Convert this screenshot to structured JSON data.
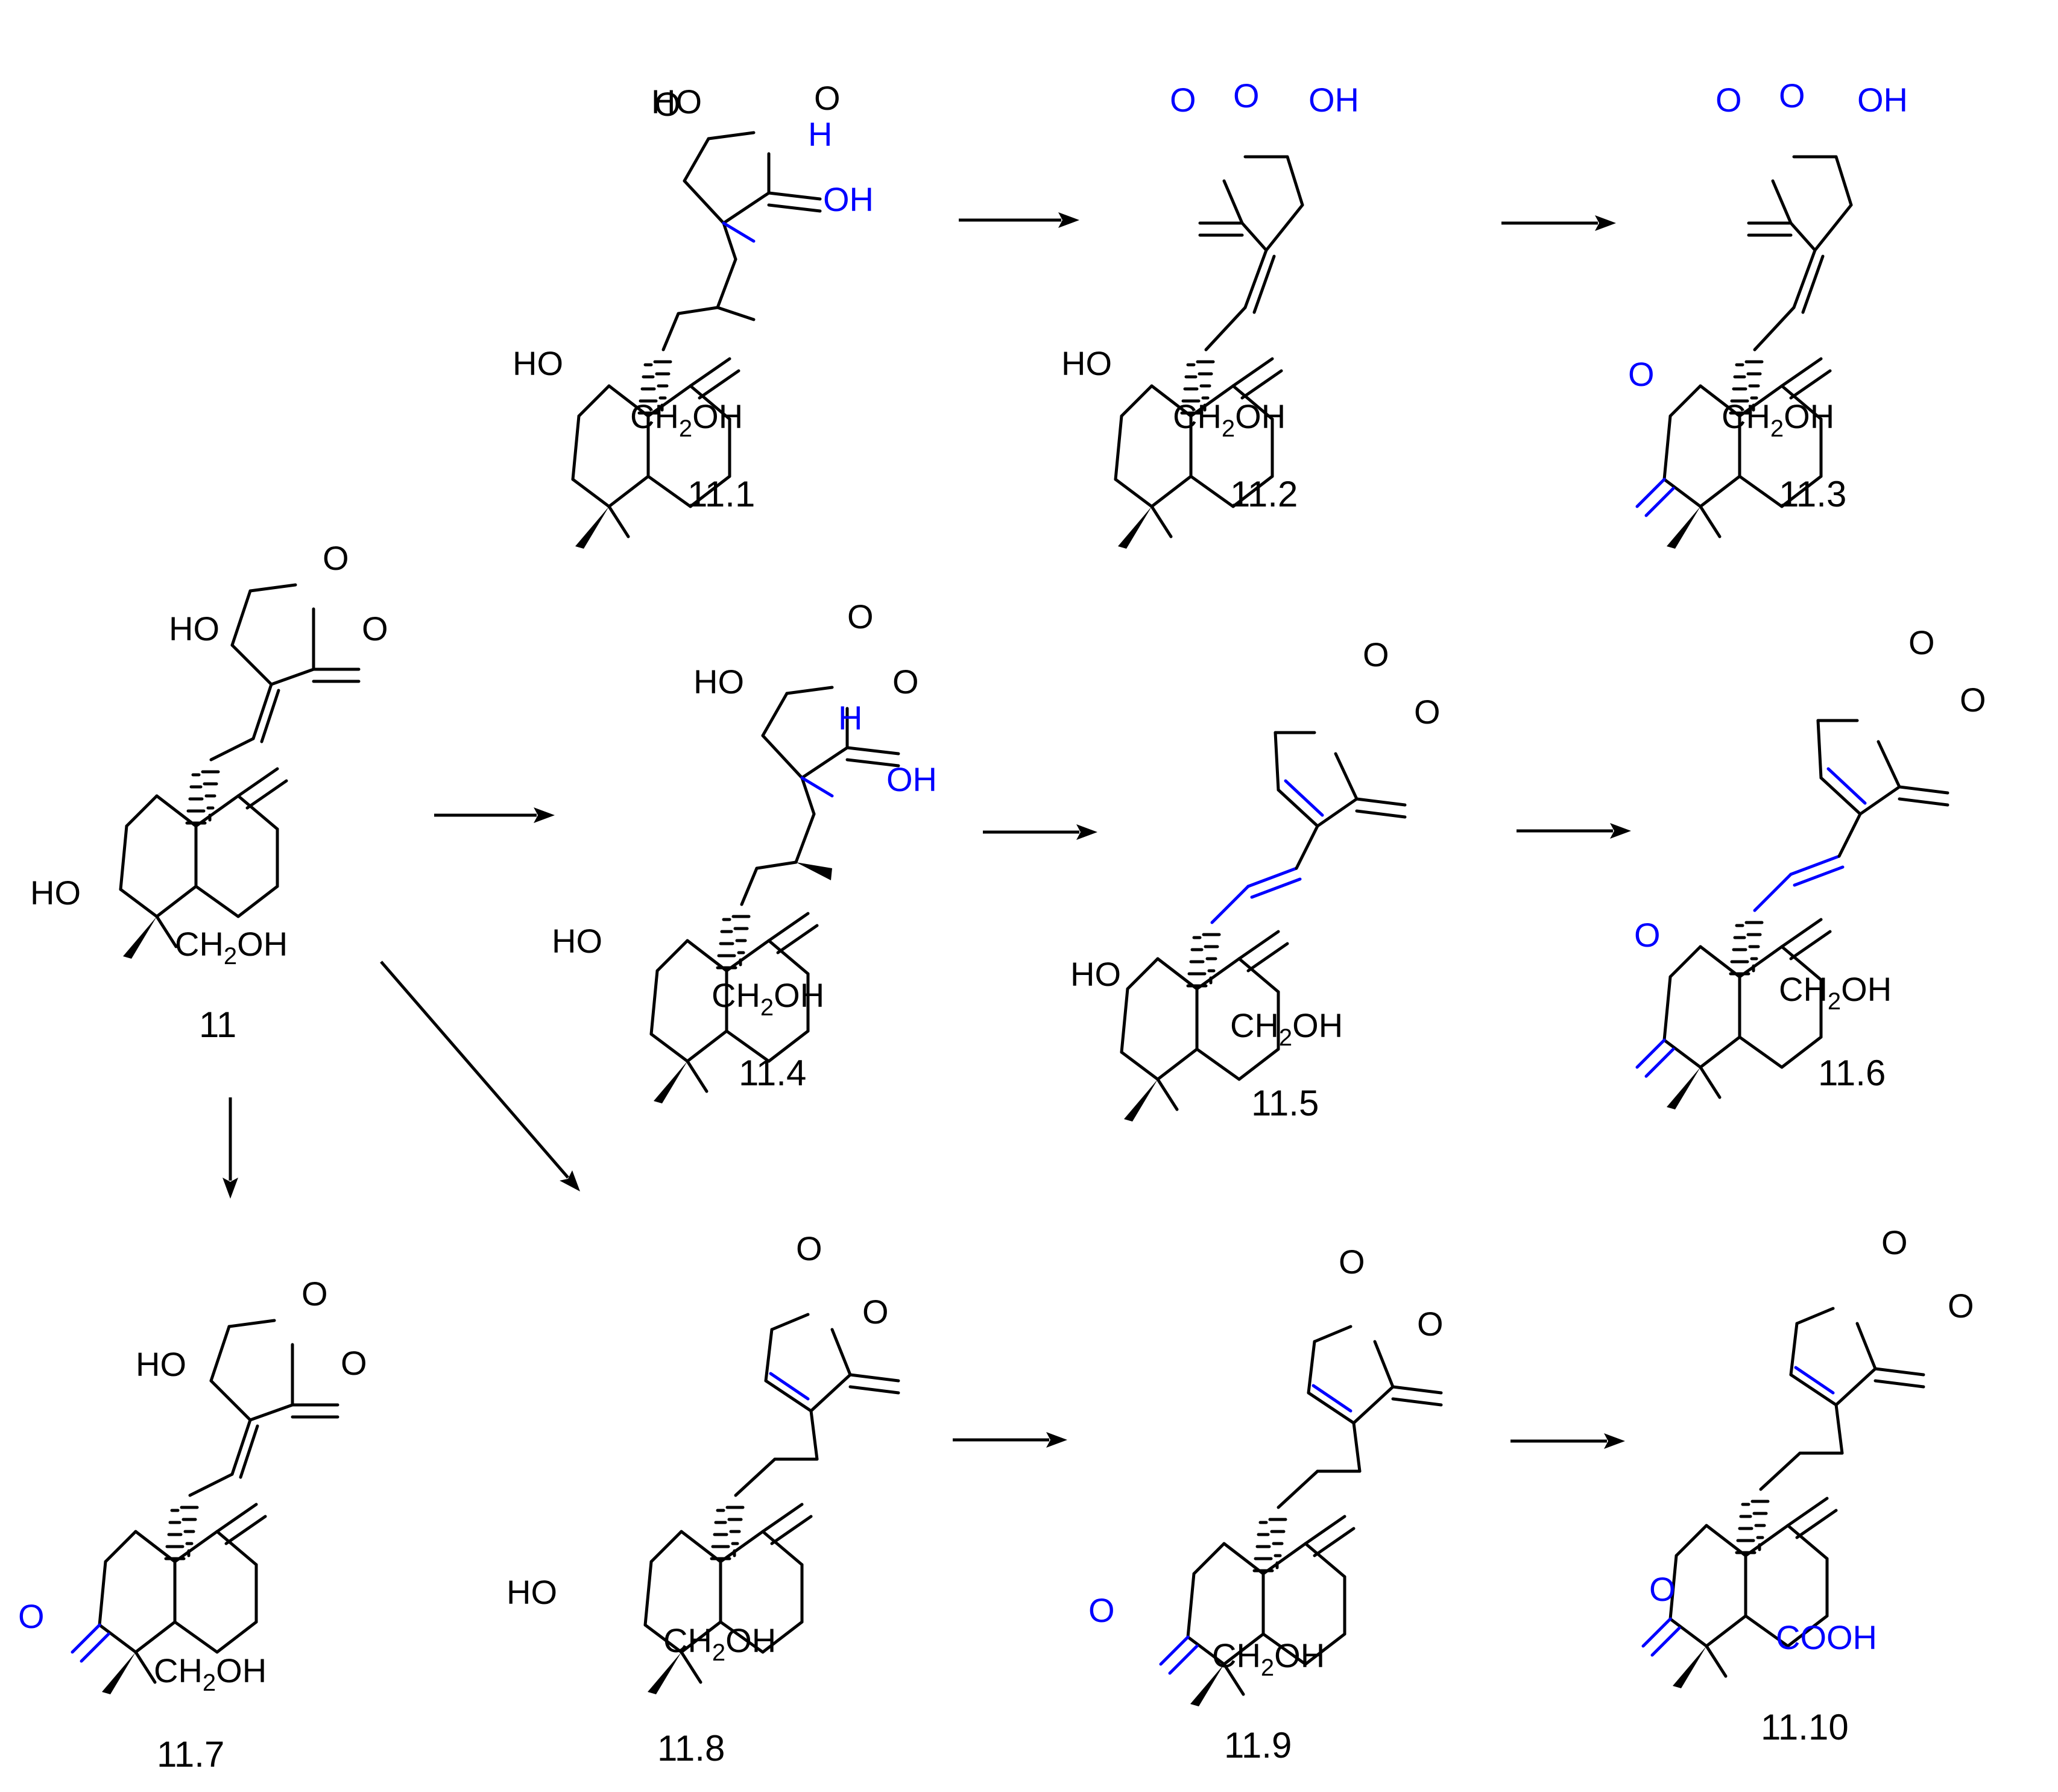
{
  "colors": {
    "ink": "#000000",
    "modification": "#0000ff"
  },
  "compounds": [
    {
      "id": "11",
      "label": "11",
      "c3": "HO",
      "c19": "CH2OH",
      "c15": "HO",
      "lactone": "exo",
      "chain": "olefin"
    },
    {
      "id": "11.1",
      "label": "11.1",
      "c3": "HO",
      "c19": "CH2OH",
      "c15": "HO",
      "lactone": "sat",
      "chain": "diol",
      "c12_h": "H",
      "c12_oh": "OH"
    },
    {
      "id": "11.2",
      "label": "11.2",
      "c3": "HO",
      "c19": "CH2OH",
      "c15": "OH",
      "lactone": "exo",
      "chain": "olefin"
    },
    {
      "id": "11.3",
      "label": "11.3",
      "c3": "O",
      "c19": "CH2OH",
      "c15": "OH",
      "lactone": "exo",
      "chain": "olefin"
    },
    {
      "id": "11.4",
      "label": "11.4",
      "c3": "HO",
      "c19": "CH2OH",
      "c15": "HO",
      "lactone": "sat",
      "chain": "diol",
      "c12_h": "H",
      "c12_oh": "OH"
    },
    {
      "id": "11.5",
      "label": "11.5",
      "c3": "HO",
      "c19": "CH2OH",
      "lactone": "ene",
      "chain": "diene"
    },
    {
      "id": "11.6",
      "label": "11.6",
      "c3": "O",
      "c19": "CH2OH",
      "lactone": "ene",
      "chain": "diene"
    },
    {
      "id": "11.7",
      "label": "11.7",
      "c3": "O",
      "c19": "CH2OH",
      "c15": "HO",
      "lactone": "exo",
      "chain": "olefin"
    },
    {
      "id": "11.8",
      "label": "11.8",
      "c3": "HO",
      "c19": "CH2OH",
      "lactone": "ene",
      "chain": "ethyl"
    },
    {
      "id": "11.9",
      "label": "11.9",
      "c3": "O",
      "c19": "CH2OH",
      "lactone": "ene",
      "chain": "ethyl"
    },
    {
      "id": "11.10",
      "label": "11.10",
      "c3": "O",
      "c19": "COOH",
      "lactone": "ene",
      "chain": "ethyl"
    }
  ],
  "ring_atoms": {
    "lactone_oxygen": "O",
    "carbonyl_oxygen": "O"
  },
  "reaction_arrows": [
    {
      "from": "11.1",
      "to": "11.2"
    },
    {
      "from": "11.2",
      "to": "11.3"
    },
    {
      "from": "11",
      "to": "11.4"
    },
    {
      "from": "11.4",
      "to": "11.5"
    },
    {
      "from": "11.5",
      "to": "11.6"
    },
    {
      "from": "11",
      "to": "11.7"
    },
    {
      "from": "11",
      "to": "11.8"
    },
    {
      "from": "11.8",
      "to": "11.9"
    },
    {
      "from": "11.9",
      "to": "11.10"
    }
  ]
}
